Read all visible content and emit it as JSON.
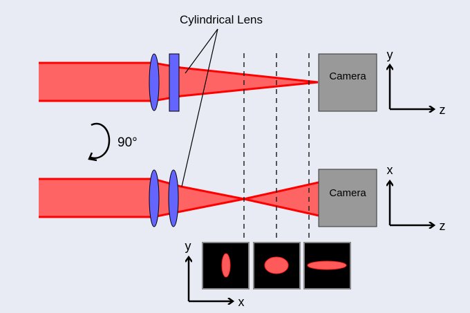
{
  "labels": {
    "lens_callout": "Cylindrical Lens",
    "rotation": "90°",
    "camera_top": "Camera",
    "camera_bottom": "Camera"
  },
  "axes": {
    "top": {
      "vertical": "y",
      "horizontal": "z"
    },
    "bottom": {
      "vertical": "x",
      "horizontal": "z"
    },
    "spots": {
      "vertical": "y",
      "horizontal": "x"
    }
  },
  "colors": {
    "background": "#e8ebf4",
    "beam_fill": "#ff6464",
    "beam_edge": "#ff0000",
    "lens_fill": "#6464ff",
    "camera_fill": "#999999",
    "spot_bg": "#000000",
    "spot_fill": "#ff5a5a"
  },
  "spot_images": [
    {
      "shape": "vertical-ellipse"
    },
    {
      "shape": "round"
    },
    {
      "shape": "horizontal-ellipse"
    }
  ]
}
